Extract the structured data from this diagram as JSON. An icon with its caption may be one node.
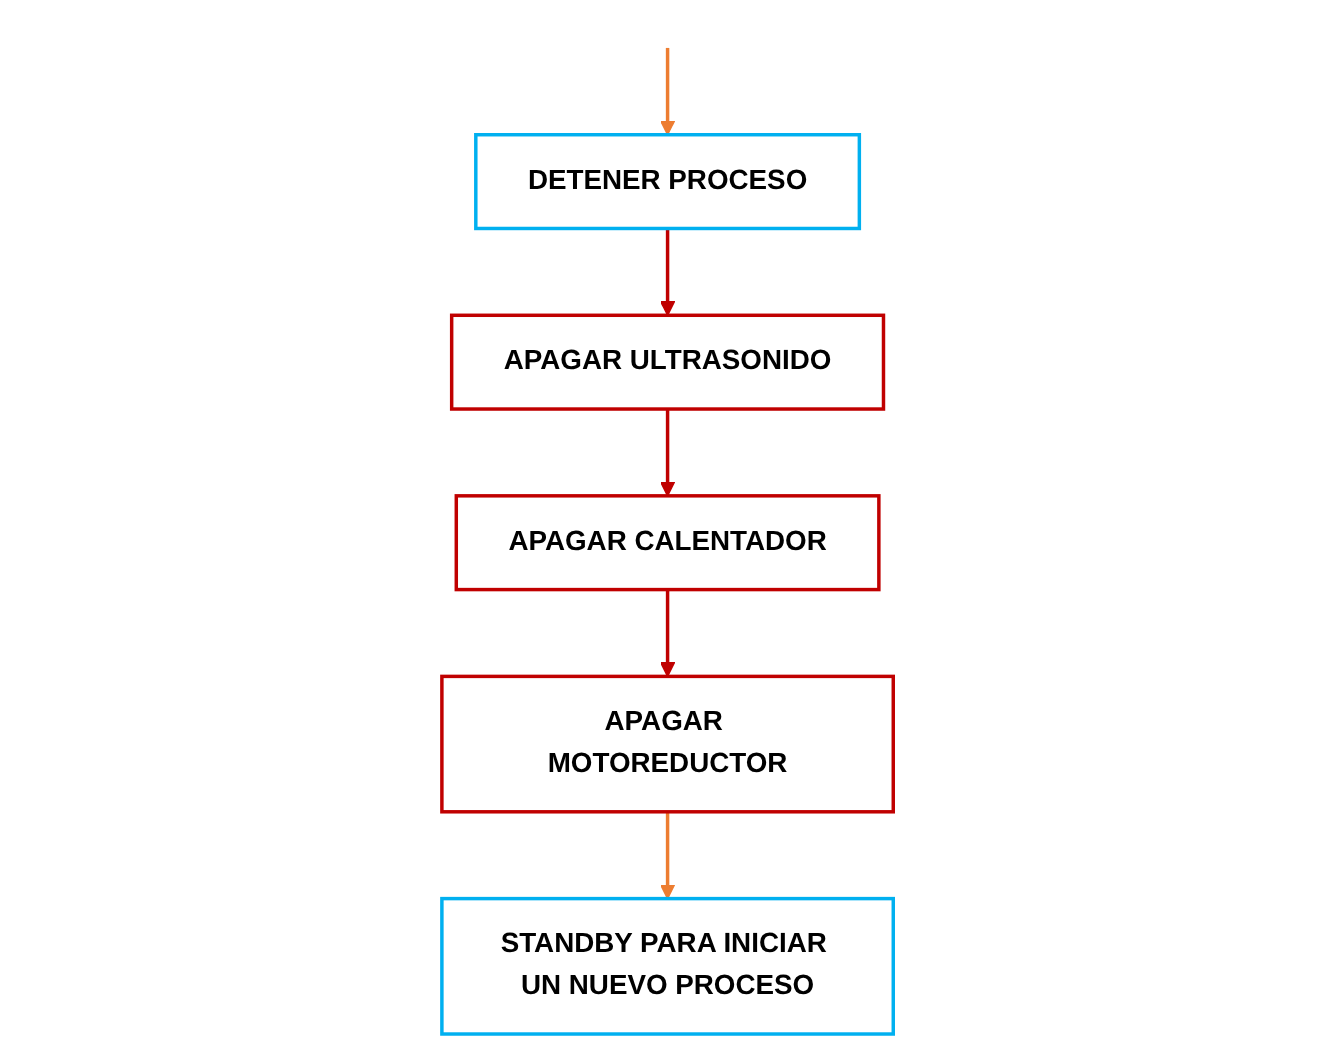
{
  "diagram": {
    "nodes": [
      {
        "text": [
          "DETENER PROCESO"
        ]
      },
      {
        "text": [
          "APAGAR ULTRASONIDO"
        ]
      },
      {
        "text": [
          "APAGAR CALENTADOR"
        ]
      },
      {
        "text": [
          "APAGAR MOTOREDUCTOR"
        ]
      },
      {
        "text": [
          "STANDBY PARA INICIAR UN NUEVO PROCESO"
        ]
      }
    ],
    "edges": [
      {
        "from": null,
        "to": 0,
        "arrow": "to",
        "color": "#ed7d31"
      },
      {
        "from": 0,
        "to": 1,
        "arrow": "to"
      },
      {
        "from": 1,
        "to": 2,
        "arrow": "to"
      },
      {
        "from": 2,
        "to": 3,
        "arrow": "to"
      },
      {
        "from": 3,
        "to": 4,
        "arrow": "to",
        "color": "#ed7d31"
      }
    ]
  }
}
